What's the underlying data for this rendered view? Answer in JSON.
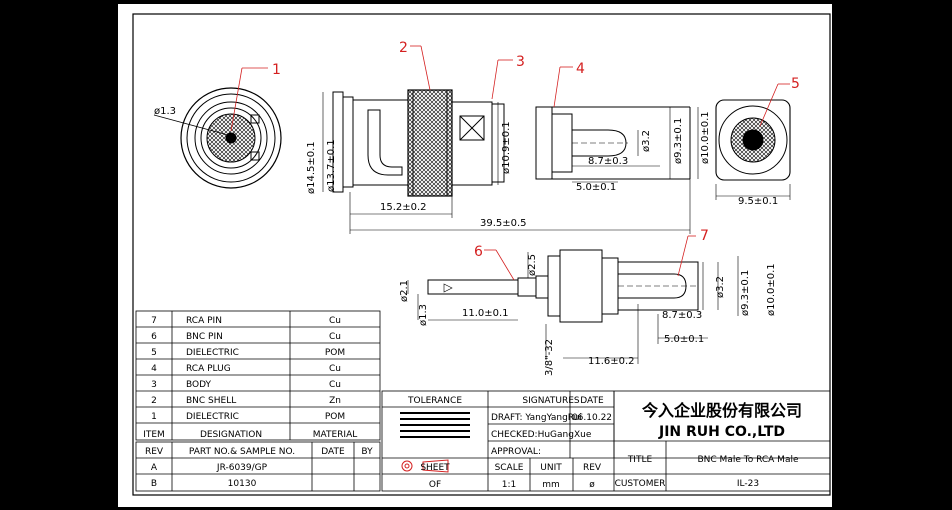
{
  "callouts": [
    "1",
    "2",
    "3",
    "4",
    "5",
    "6",
    "7"
  ],
  "dims": {
    "d1_3": "ø1.3",
    "d14_5": "ø14.5±0.1",
    "d13_7": "ø13.7±0.1",
    "d10_9": "ø10.9±0.1",
    "d3_2a": "ø3.2",
    "d9_3a": "ø9.3±0.1",
    "d10_0a": "ø10.0±0.1",
    "l8_7a": "8.7±0.3",
    "l5_0a": "5.0±0.1",
    "l15_2": "15.2±0.2",
    "l39_5": "39.5±0.5",
    "l9_5": "9.5±0.1",
    "d2_1": "ø2.1",
    "d1_3b": "ø1.3",
    "d2_5": "ø2.5",
    "l11_0": "11.0±0.1",
    "thread": "3/8\"-32",
    "l11_6": "11.6±0.2",
    "d3_2b": "ø3.2",
    "d9_3b": "ø9.3±0.1",
    "d10_0b": "ø10.0±0.1",
    "l8_7b": "8.7±0.3",
    "l5_0b": "5.0±0.1"
  },
  "bom": {
    "rows": [
      {
        "item": "7",
        "name": "RCA PIN",
        "material": "Cu"
      },
      {
        "item": "6",
        "name": "BNC PIN",
        "material": "Cu"
      },
      {
        "item": "5",
        "name": "DIELECTRIC",
        "material": "POM"
      },
      {
        "item": "4",
        "name": "RCA PLUG",
        "material": "Cu"
      },
      {
        "item": "3",
        "name": "BODY",
        "material": "Cu"
      },
      {
        "item": "2",
        "name": "BNC SHELL",
        "material": "Zn"
      },
      {
        "item": "1",
        "name": "DIELECTRIC",
        "material": "POM"
      }
    ],
    "header": {
      "item": "ITEM",
      "name": "DESIGNATION",
      "material": "MATERIAL"
    }
  },
  "rev": {
    "header": {
      "rev": "REV",
      "part": "PART NO.& SAMPLE NO.",
      "date": "DATE",
      "by": "BY"
    },
    "rows": [
      {
        "rev": "A",
        "part": "JR-6039/GP"
      },
      {
        "rev": "B",
        "part": "10130"
      }
    ]
  },
  "title_block": {
    "tolerance": "TOLERANCE",
    "signatures": "SIGNATURES",
    "date_label": "DATE",
    "draft": "DRAFT: YangYangRui",
    "checked": "CHECKED:HuGangXue",
    "approval": "APPROVAL:",
    "date_value": "06.10.22",
    "company_cn": "今入企业股份有限公司",
    "company_en": "JIN RUH CO.,LTD",
    "sheet": "SHEET",
    "of": "OF",
    "scale": "SCALE",
    "scale_value": "1:1",
    "unit": "UNIT",
    "unit_value": "mm",
    "rev": "REV",
    "rev_value": "ø",
    "title_label": "TITLE",
    "title_value": "BNC Male To RCA Male",
    "customer_label": "CUSTOMER",
    "customer_value": "IL-23"
  }
}
